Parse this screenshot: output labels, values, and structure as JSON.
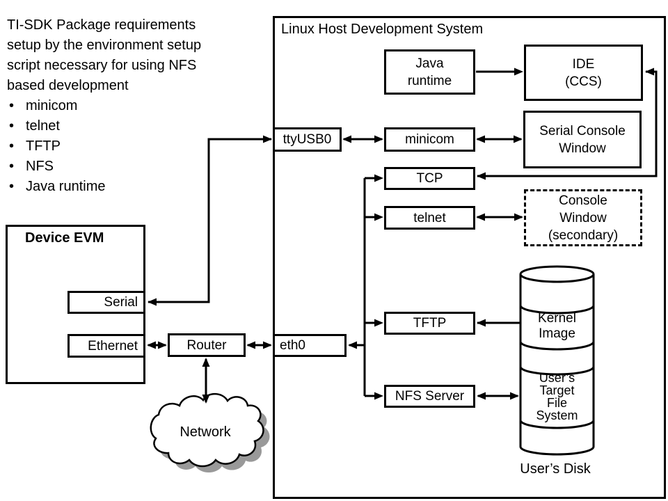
{
  "note": {
    "bullet_char": "•",
    "lines": [
      "TI-SDK Package requirements",
      "setup by the environment setup",
      "script necessary for using NFS",
      "based development"
    ],
    "bullets": [
      "minicom",
      "telnet",
      "TFTP",
      "NFS",
      "Java runtime"
    ]
  },
  "host": {
    "title": "Linux Host Development System"
  },
  "device_evm": {
    "title": "Device EVM"
  },
  "boxes": {
    "java_runtime": "Java\nruntime",
    "ide": "IDE\n(CCS)",
    "serial_console": "Serial Console\nWindow",
    "ttyusb0": "ttyUSB0",
    "minicom": "minicom",
    "tcp": "TCP",
    "telnet": "telnet",
    "console_secondary": "Console\nWindow\n(secondary)",
    "tftp": "TFTP",
    "nfs_server": "NFS Server",
    "eth0": "eth0",
    "serial": "Serial",
    "ethernet": "Ethernet",
    "router": "Router"
  },
  "disk": {
    "kernel_image": "Kernel\nImage",
    "user_target_fs": "User’s\nTarget\nFile\nSystem",
    "caption": "User’s Disk"
  },
  "network": {
    "label": "Network"
  },
  "colors": {
    "line": "#000000",
    "background": "#ffffff",
    "cloud_shadow": "#999999"
  }
}
